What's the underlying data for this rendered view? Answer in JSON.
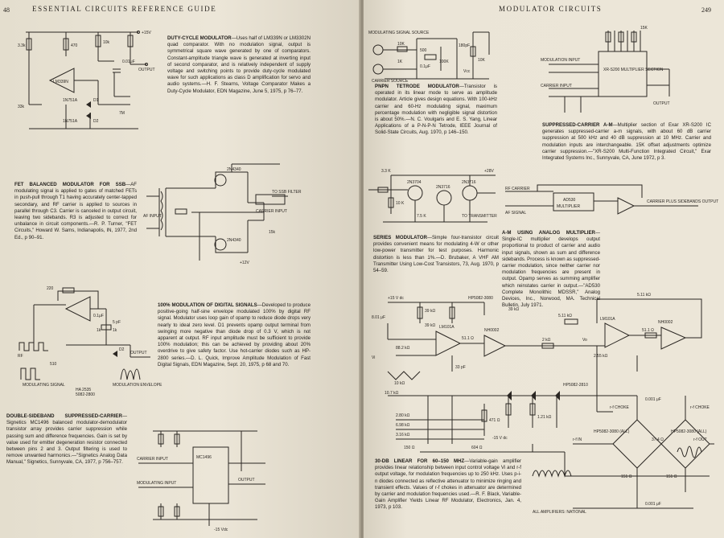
{
  "left_page": {
    "header": "ESSENTIAL CIRCUITS REFERENCE GUIDE",
    "page_number": "48",
    "sections": [
      {
        "title": "DUTY-CYCLE MODULATOR",
        "text": "—Uses half of LM339N or LM3302N quad comparator. With no modulation signal, output is symmetrical square wave generated by one of comparators. Constant-amplitude triangle wave is generated at inverting input of second comparator, and is relatively independent of supply voltage and switching points to provide duty-cycle modulated wave for such applications as class D amplification for servo and audio systems.—H. F. Stearns, Voltage Comparator Makes a Duty-Cycle Modulator, EDN Magazine, June 5, 1975, p 76–77."
      },
      {
        "title": "FET BALANCED MODULATOR FOR SSB",
        "text": "—AF modulating signal is applied to gates of matched FETs in push-pull through T1 having accurately center-tapped secondary, and RF carrier is applied to sources in parallel through C3. Carrier is canceled in output circuit, leaving two sidebands. R3 is adjusted to correct for unbalance in circuit components.—R. P. Turner, \"FET Circuits,\" Howard W. Sams, Indianapolis, IN, 1977, 2nd Ed., p 90–91."
      },
      {
        "title": "100% MODULATION OF DIGITAL SIGNALS",
        "text": "—Developed to produce positive-going half-sine envelope modulated 100% by digital RF signal. Modulator uses loop gain of opamp to reduce diode drops very nearly to ideal zero level. D1 prevents opamp output terminal from swinging more negative than diode drop of 0.3 V, which is not apparent at output. RF input amplitude must be sufficient to provide 100% modulation; this can be achieved by providing about 20% overdrive to give safety factor. Use hot-carrier diodes such as HP-2800 series.—D. L. Quick, Improve Amplitude Modulation of Fast Digital Signals, EDN Magazine, Sept. 20, 1975, p 68 and 70."
      },
      {
        "title": "DOUBLE-SIDEBAND SUPPRESSED-CARRIER",
        "text": "—Signetics MC1496 balanced modulator-demodulator transistor array provides carrier suppression while passing sum and difference frequencies. Gain is set by value used for emitter degeneration resistor connected between pins 2 and 3. Output filtering is used to remove unwanted harmonics.—\"Signetics Analog Data Manual,\" Signetics, Sunnyvale, CA, 1977, p 756–757."
      }
    ],
    "diagram_labels": {
      "duty": [
        "+15V",
        "3.3k",
        "470",
        "10k",
        "0.01μF",
        "OUTPUT",
        "LM339N",
        "1N751A",
        "1N751A",
        "33k",
        "D1",
        "D2",
        "7M"
      ],
      "fet": [
        "2N4340",
        "2N4340",
        "AF INPUT",
        "CARRIER INPUT",
        "TO SSB FILTER",
        "15k",
        "+12V"
      ],
      "digital": [
        "220",
        "0.1μF",
        "1k",
        "1k",
        "5 pF",
        "D2",
        "OUTPUT",
        "RF",
        "MODULATING SIGNAL",
        "MODULATION ENVELOPE",
        "510",
        "HA 2535",
        "5082-2800"
      ],
      "dsb": [
        "MC1496",
        "CARRIER INPUT",
        "MODULATING INPUT",
        "OUTPUT",
        "-15 Vdc"
      ]
    }
  },
  "right_page": {
    "header": "MODULATOR CIRCUITS",
    "page_number": "249",
    "sections": [
      {
        "title": "PNPN TETRODE MODULATOR",
        "text": "—Transistor is operated in its linear mode to serve as amplitude modulator. Article gives design equations. With 100-kHz carrier and 60-Hz modulating signal, maximum percentage modulation with negligible signal distortion is about 50%.—N. C. Voulgaris and E. S. Yang, Linear Applications of a P-N-P-N Tetrode, IEEE Journal of Solid-State Circuits, Aug. 1970, p 146–150."
      },
      {
        "title": "SUPPRESSED-CARRIER A-M",
        "text": "—Multiplier section of Exar XR-S200 IC generates suppressed-carrier a-m signals, with about 60 dB carrier suppression at 500 kHz and 40 dB suppression at 10 MHz. Carrier and modulation inputs are interchangeable. 15K offset adjustments optimize carrier suppression.—\"XR-S200 Multi-Function Integrated Circuit,\" Exar Integrated Systems Inc., Sunnyvale, CA, June 1972, p 3."
      },
      {
        "title": "SERIES MODULATOR",
        "text": "—Simple four-transistor circuit provides convenient means for modulating 4-W or other low-power transmitter for test purposes. Harmonic distortion is less than 1%.—D. Brubaker, A VHF AM Transmitter Using Low-Cost Transistors, 73, Aug. 1970, p 54–59."
      },
      {
        "title": "A-M USING ANALOG MULTIPLIER",
        "text": "—Single-IC multiplier develops output proportional to product of carrier and audio input signals, shown as sum and difference sidebands. Process is known as suppressed-carrier modulation, since neither carrier nor modulation frequencies are present in output. Opamp serves as summing amplifier which reinstates carrier in output.—\"AD530 Complete Monolithic MDSSR,\" Analog Devices, Inc., Norwood, MA. Technical Bulletin, July 1971."
      },
      {
        "title": "30-DB LINEAR FOR 60–150 MHZ",
        "text": "—Variable-gain amplifier provides linear relationship between input control voltage Vi and r-f output voltage, for modulation frequencies up to 250 kHz. Uses p-i-n diodes connected as reflective attenuator to minimize ringing and transient effects. Values of r-f chokes in attenuator are determined by carrier and modulation frequencies used.—R. F. Black, Variable-Gain Amplifier Yields Linear RF Modulator, Electronics, Jan. 4, 1973, p 103."
      }
    ],
    "diagram_labels": {
      "pnpn": [
        "MODULATING SIGNAL SOURCE",
        "CARRIER SOURCE",
        "10K",
        "1K",
        "500",
        "0.1μF",
        "100K",
        "180pF",
        "10K",
        "Vcc"
      ],
      "xr": [
        "XR-S200 MULTIPLIER SECTION",
        "MODULATION INPUT",
        "CARRIER INPUT",
        "OUTPUT",
        "15K"
      ],
      "series": [
        "3.3 K",
        "10 K",
        "2N3704",
        "2N3716",
        "2N3716",
        "+28V",
        "TO TRANSMITTER",
        "7.5 K"
      ],
      "analog": [
        "RF CARRIER",
        "AF SIGNAL",
        "AD530",
        "MULTIPLIER",
        "CARRIER PLUS SIDEBANDS OUTPUT"
      ],
      "linear": [
        "+15 V dc",
        "39 kΩ",
        "HP5082-3080",
        "39 kΩ",
        "8.01 μF",
        "39 kΩ",
        "LM101A",
        "NH0002",
        "5.11 kΩ",
        "Vo",
        "5.11 kΩ",
        "LM101A",
        "NH0002",
        "88.2 kΩ",
        "51.1 Ω",
        "2 kΩ",
        "2.55 kΩ",
        "51.1 Ω",
        "33 pF",
        "10 kΩ",
        "Vi",
        "HP5082-2810",
        "10.7 kΩ",
        "2.80 kΩ",
        "6.98 kΩ",
        "3.16 kΩ",
        "150 Ω",
        "471 Ω",
        "1.21 kΩ",
        "604 Ω",
        "r-f CHOKE",
        "r-f CHOKE",
        "0.001 μF",
        "HP5082-3080 (ALL)",
        "HP5082-3080 (ALL)",
        "37.4 Ω",
        "r-f IN",
        "r-f OUT",
        "151 Ω",
        "151 Ω",
        "-15 V dc",
        "0.001 μF",
        "ALL AMPLIFIERS: NATIONAL"
      ]
    }
  }
}
